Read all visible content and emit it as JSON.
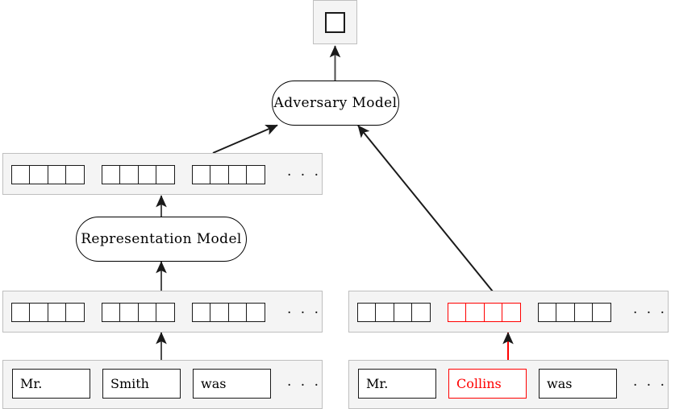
{
  "diagram": {
    "title": "Adversarial representation learning diagram",
    "colors": {
      "strip_fill": "#f4f4f4",
      "strip_border": "#bfbfbf",
      "cell_border": "#1a1a1a",
      "highlight": "#ff0000",
      "arrow": "#000000",
      "text": "#000000"
    },
    "nodes": {
      "adversary_model": {
        "label": "Adversary Model"
      },
      "representation_model": {
        "label": "Representation Model"
      }
    },
    "output": {
      "label": "",
      "cells": 1
    },
    "ellipsis": "· · ·",
    "left_branch": {
      "name": "original-sentence-branch",
      "tokens": [
        {
          "text": "Mr.",
          "highlight": false
        },
        {
          "text": "Smith",
          "highlight": false
        },
        {
          "text": "was",
          "highlight": false
        }
      ],
      "token_embeddings": [
        {
          "cells": 4,
          "highlight": false
        },
        {
          "cells": 4,
          "highlight": false
        },
        {
          "cells": 4,
          "highlight": false
        }
      ],
      "representation_vectors": [
        {
          "cells": 4,
          "highlight": false
        },
        {
          "cells": 4,
          "highlight": false
        },
        {
          "cells": 4,
          "highlight": false
        }
      ]
    },
    "right_branch": {
      "name": "perturbed-sentence-branch",
      "tokens": [
        {
          "text": "Mr.",
          "highlight": false
        },
        {
          "text": "Collins",
          "highlight": true
        },
        {
          "text": "was",
          "highlight": false
        }
      ],
      "token_embeddings": [
        {
          "cells": 4,
          "highlight": false
        },
        {
          "cells": 4,
          "highlight": true
        },
        {
          "cells": 4,
          "highlight": false
        }
      ]
    },
    "edges": [
      {
        "name": "tokens-to-embeddings-left",
        "from": "left-token-row",
        "to": "left-embedding-row"
      },
      {
        "name": "embeddings-to-representation-model",
        "from": "left-embedding-row",
        "to": "representation-model"
      },
      {
        "name": "representation-model-to-representations",
        "from": "representation-model",
        "to": "representation-row"
      },
      {
        "name": "representations-to-adversary",
        "from": "representation-row",
        "to": "adversary-model"
      },
      {
        "name": "tokens-to-embeddings-right",
        "from": "right-token-row",
        "to": "right-embedding-row"
      },
      {
        "name": "perturbed-embedding-to-adversary",
        "from": "right-embedding-row",
        "to": "adversary-model"
      },
      {
        "name": "adversary-to-output",
        "from": "adversary-model",
        "to": "output-square"
      }
    ]
  }
}
